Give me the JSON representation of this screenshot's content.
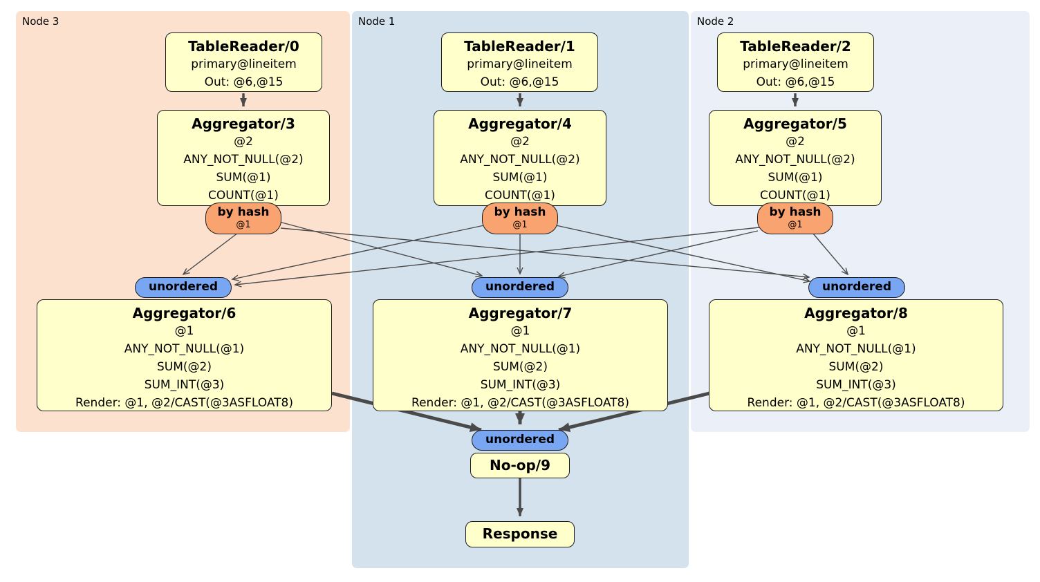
{
  "regions": [
    {
      "id": "node3",
      "label": "Node 3",
      "color": "#fce1cf"
    },
    {
      "id": "node1",
      "label": "Node 1",
      "color": "#d4e2ee"
    },
    {
      "id": "node2",
      "label": "Node 2",
      "color": "#eaeff8"
    }
  ],
  "processors": {
    "tr0": {
      "title": "TableReader/0",
      "lines": [
        "primary@lineitem",
        "Out: @6,@15"
      ]
    },
    "tr1": {
      "title": "TableReader/1",
      "lines": [
        "primary@lineitem",
        "Out: @6,@15"
      ]
    },
    "tr2": {
      "title": "TableReader/2",
      "lines": [
        "primary@lineitem",
        "Out: @6,@15"
      ]
    },
    "agg3": {
      "title": "Aggregator/3",
      "lines": [
        "@2",
        "ANY_NOT_NULL(@2)",
        "SUM(@1)",
        "COUNT(@1)"
      ]
    },
    "agg4": {
      "title": "Aggregator/4",
      "lines": [
        "@2",
        "ANY_NOT_NULL(@2)",
        "SUM(@1)",
        "COUNT(@1)"
      ]
    },
    "agg5": {
      "title": "Aggregator/5",
      "lines": [
        "@2",
        "ANY_NOT_NULL(@2)",
        "SUM(@1)",
        "COUNT(@1)"
      ]
    },
    "agg6": {
      "title": "Aggregator/6",
      "lines": [
        "@1",
        "ANY_NOT_NULL(@1)",
        "SUM(@2)",
        "SUM_INT(@3)",
        "Render: @1, @2/CAST(@3ASFLOAT8)"
      ]
    },
    "agg7": {
      "title": "Aggregator/7",
      "lines": [
        "@1",
        "ANY_NOT_NULL(@1)",
        "SUM(@2)",
        "SUM_INT(@3)",
        "Render: @1, @2/CAST(@3ASFLOAT8)"
      ]
    },
    "agg8": {
      "title": "Aggregator/8",
      "lines": [
        "@1",
        "ANY_NOT_NULL(@1)",
        "SUM(@2)",
        "SUM_INT(@3)",
        "Render: @1, @2/CAST(@3ASFLOAT8)"
      ]
    },
    "noop9": {
      "title": "No-op/9"
    },
    "response": {
      "title": "Response"
    }
  },
  "routers": {
    "r3": {
      "label": "by hash",
      "columns": "@1"
    },
    "r4": {
      "label": "by hash",
      "columns": "@1"
    },
    "r5": {
      "label": "by hash",
      "columns": "@1"
    }
  },
  "syncs": {
    "s3": {
      "label": "unordered"
    },
    "s1": {
      "label": "unordered"
    },
    "s2": {
      "label": "unordered"
    },
    "sfinal": {
      "label": "unordered"
    }
  },
  "colors": {
    "processor_fill": "#ffffcc",
    "router_fill": "#f9a470",
    "sync_fill": "#78a6f2",
    "edge": "#4a4a4a",
    "border": "#1a1a1a"
  },
  "edges": [
    {
      "from": "TableReader/0",
      "to": "Aggregator/3",
      "style": "medium"
    },
    {
      "from": "TableReader/1",
      "to": "Aggregator/4",
      "style": "medium"
    },
    {
      "from": "TableReader/2",
      "to": "Aggregator/5",
      "style": "medium"
    },
    {
      "from": "by hash (Node 3)",
      "to": "unordered (Node 3)",
      "style": "thin"
    },
    {
      "from": "by hash (Node 3)",
      "to": "unordered (Node 1)",
      "style": "thin"
    },
    {
      "from": "by hash (Node 3)",
      "to": "unordered (Node 2)",
      "style": "thin"
    },
    {
      "from": "by hash (Node 1)",
      "to": "unordered (Node 3)",
      "style": "thin"
    },
    {
      "from": "by hash (Node 1)",
      "to": "unordered (Node 1)",
      "style": "thin"
    },
    {
      "from": "by hash (Node 1)",
      "to": "unordered (Node 2)",
      "style": "thin"
    },
    {
      "from": "by hash (Node 2)",
      "to": "unordered (Node 3)",
      "style": "thin"
    },
    {
      "from": "by hash (Node 2)",
      "to": "unordered (Node 1)",
      "style": "thin"
    },
    {
      "from": "by hash (Node 2)",
      "to": "unordered (Node 2)",
      "style": "thin"
    },
    {
      "from": "Aggregator/6",
      "to": "unordered (final)",
      "style": "thick"
    },
    {
      "from": "Aggregator/7",
      "to": "unordered (final)",
      "style": "thick"
    },
    {
      "from": "Aggregator/8",
      "to": "unordered (final)",
      "style": "thick"
    },
    {
      "from": "No-op/9",
      "to": "Response",
      "style": "medium"
    }
  ]
}
